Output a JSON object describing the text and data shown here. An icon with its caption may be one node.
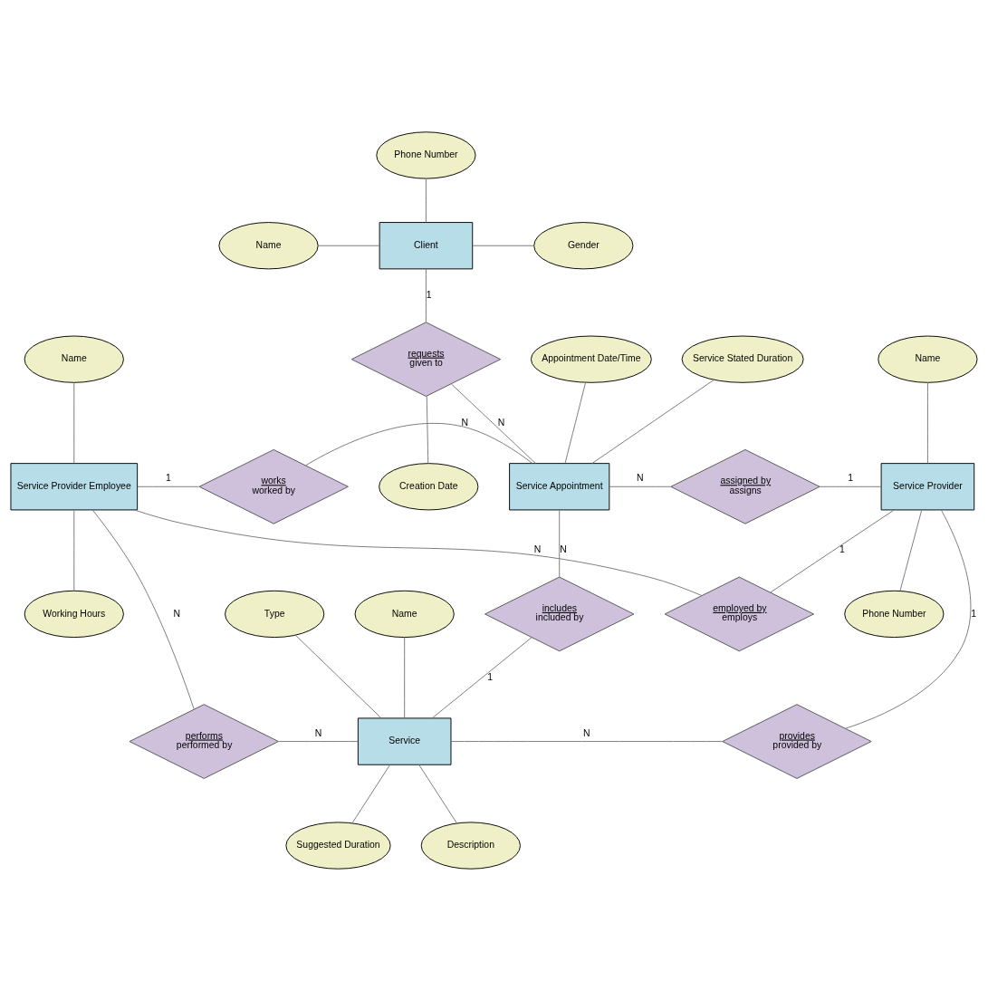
{
  "diagram": {
    "nodes": [
      {
        "text": [
          "Phone Number"
        ]
      },
      {
        "text": [
          "Client"
        ]
      },
      {
        "text": [
          "Name"
        ]
      },
      {
        "text": [
          "Gender"
        ]
      },
      {
        "text": [
          "Creation Date"
        ]
      },
      {
        "text": [
          "requests",
          "given to"
        ]
      },
      {
        "text": [
          "Appointment Date/Time"
        ]
      },
      {
        "text": [
          "Service Stated Duration"
        ]
      },
      {
        "text": [
          "Name"
        ]
      },
      {
        "text": [
          "Service Provider Employee"
        ]
      },
      {
        "text": [
          "works",
          "worked by"
        ]
      },
      {
        "text": [
          "Service Appointment"
        ]
      },
      {
        "text": [
          "assigned by",
          "assigns"
        ]
      },
      {
        "text": [
          "Service Provider"
        ]
      },
      {
        "text": [
          "Name"
        ]
      },
      {
        "text": [
          "Working Hours"
        ]
      },
      {
        "text": [
          "Phone Number"
        ]
      },
      {
        "text": [
          "includes",
          "included by"
        ]
      },
      {
        "text": [
          "Type"
        ]
      },
      {
        "text": [
          "Name"
        ]
      },
      {
        "text": [
          "performs",
          "performed by"
        ]
      },
      {
        "text": [
          "Service"
        ]
      },
      {
        "text": [
          "provides",
          "provided by"
        ]
      },
      {
        "text": [
          "Suggested Duration"
        ]
      },
      {
        "text": [
          "Description"
        ]
      },
      {
        "text": [
          "employed by",
          "employs"
        ]
      }
    ],
    "edges": [
      {
        "from": 0,
        "to": 1,
        "arrow": "none"
      },
      {
        "from": 2,
        "to": 1,
        "arrow": "none"
      },
      {
        "from": 1,
        "to": 3,
        "arrow": "none"
      },
      {
        "from": 1,
        "to": 5,
        "arrow": "none",
        "label": "1"
      },
      {
        "from": 5,
        "to": 4,
        "arrow": "none"
      },
      {
        "from": 5,
        "to": 11,
        "arrow": "none",
        "label": "N"
      },
      {
        "from": 8,
        "to": 9,
        "arrow": "none"
      },
      {
        "from": 9,
        "to": 15,
        "arrow": "none"
      },
      {
        "from": 9,
        "to": 10,
        "arrow": "none",
        "label": "1"
      },
      {
        "from": 10,
        "to": 11,
        "arrow": "none",
        "label": "N"
      },
      {
        "from": 6,
        "to": 11,
        "arrow": "none"
      },
      {
        "from": 7,
        "to": 11,
        "arrow": "none"
      },
      {
        "from": 11,
        "to": 12,
        "arrow": "none",
        "label": "N"
      },
      {
        "from": 12,
        "to": 13,
        "arrow": "none",
        "label": "1"
      },
      {
        "from": 14,
        "to": 13,
        "arrow": "none"
      },
      {
        "from": 13,
        "to": 16,
        "arrow": "none"
      },
      {
        "from": 11,
        "to": 17,
        "arrow": "none",
        "label": "N"
      },
      {
        "from": 17,
        "to": 21,
        "arrow": "none",
        "label": "1"
      },
      {
        "from": 18,
        "to": 21,
        "arrow": "none"
      },
      {
        "from": 19,
        "to": 21,
        "arrow": "none"
      },
      {
        "from": 9,
        "to": 20,
        "arrow": "none",
        "label": "N"
      },
      {
        "from": 20,
        "to": 21,
        "arrow": "none",
        "label": "N"
      },
      {
        "from": 21,
        "to": 22,
        "arrow": "none",
        "label": "N"
      },
      {
        "from": 22,
        "to": 13,
        "arrow": "none",
        "label": "1"
      },
      {
        "from": 21,
        "to": 23,
        "arrow": "none"
      },
      {
        "from": 21,
        "to": 24,
        "arrow": "none"
      },
      {
        "from": 9,
        "to": 25,
        "arrow": "none",
        "label": "N"
      },
      {
        "from": 25,
        "to": 13,
        "arrow": "none",
        "label": "1"
      }
    ]
  }
}
